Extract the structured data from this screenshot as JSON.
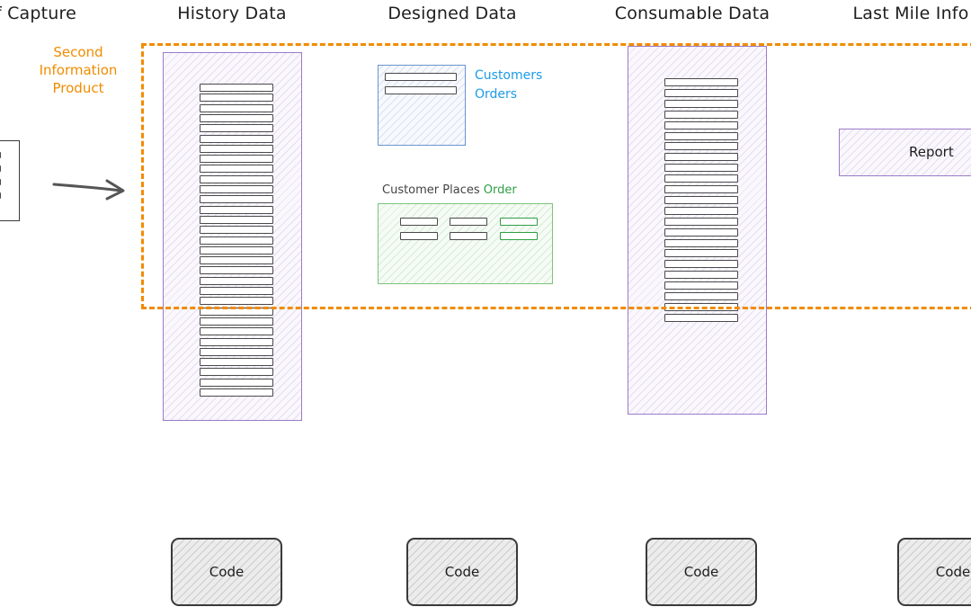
{
  "columns": {
    "capture": "f Capture",
    "history": "History Data",
    "designed": "Designed Data",
    "consumable": "Consumable Data",
    "lastmile": "Last Mile Info"
  },
  "second_product_note": "Second Information Product",
  "customers_label": "Customers",
  "orders_label": "Orders",
  "relationship": {
    "prefix": "Customer Places ",
    "emphasis": "Order"
  },
  "report_label": "Report",
  "code_label": "Code",
  "colors": {
    "orange": "#f08c00",
    "purple": "#9c7bc9",
    "blue": "#1c9be8",
    "green": "#2f9e44"
  },
  "icons": [
    "arrow-right-icon"
  ]
}
